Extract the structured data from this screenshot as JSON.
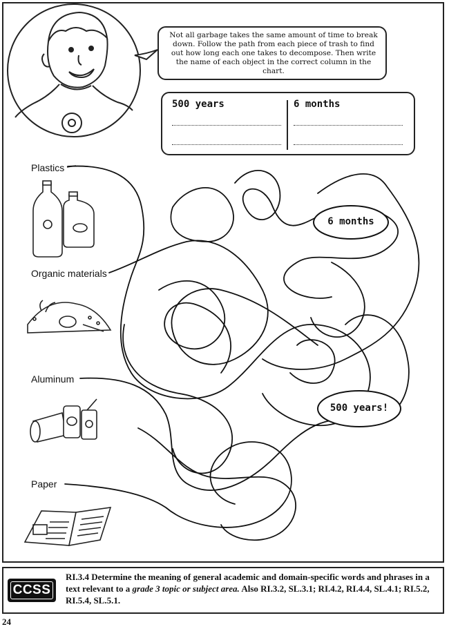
{
  "worksheet": {
    "instructions": "Not all garbage takes the same amount of time to break down. Follow the path from each piece of trash to find out how long each one takes to decompose. Then write the name of each object in the correct column in the chart.",
    "chart": {
      "col1_heading": "500 years",
      "col2_heading": "6 months"
    },
    "trash_items": [
      {
        "label": "Plastics",
        "icon": "plastic-bottles-icon"
      },
      {
        "label": "Organic materials",
        "icon": "organic-compost-icon"
      },
      {
        "label": "Aluminum",
        "icon": "aluminum-cans-icon"
      },
      {
        "label": "Paper",
        "icon": "newspaper-icon"
      }
    ],
    "maze_destinations": {
      "six_months": "6 months",
      "five_hundred_years": "500 years!"
    }
  },
  "standards": {
    "badge": "CCSS",
    "text_lead": "RI.3.4 Determine the meaning of general academic and domain-specific words and phrases in a text relevant to a ",
    "text_italic": "grade 3 topic or subject area.",
    "text_tail": " Also RI.3.2, SL.3.1; RI.4.2, RI.4.4, SL.4.1; RI.5.2, RI.5.4, SL.5.1."
  },
  "page_number": "24"
}
